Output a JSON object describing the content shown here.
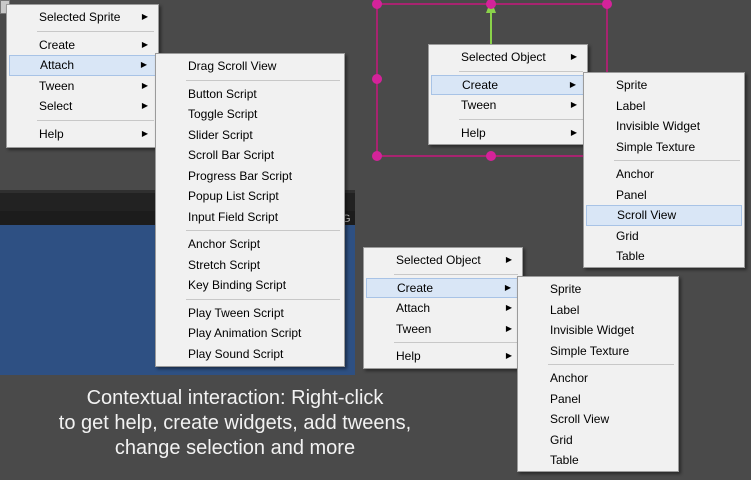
{
  "menu_a": {
    "top": [
      {
        "label": "Selected Sprite",
        "arrow": "▶"
      }
    ],
    "mid": [
      {
        "label": "Create",
        "arrow": "▶"
      },
      {
        "label": "Attach",
        "arrow": "▶",
        "selected": true
      },
      {
        "label": "Tween",
        "arrow": "▶"
      },
      {
        "label": "Select",
        "arrow": "▶"
      }
    ],
    "bottom": [
      {
        "label": "Help",
        "arrow": "▶"
      }
    ]
  },
  "menu_attach": {
    "g1": [
      "Drag Scroll View"
    ],
    "g2": [
      "Button Script",
      "Toggle Script",
      "Slider Script",
      "Scroll Bar Script",
      "Progress Bar Script",
      "Popup List Script",
      "Input Field Script"
    ],
    "g3": [
      "Anchor Script",
      "Stretch Script",
      "Key Binding Script"
    ],
    "g4": [
      "Play Tween Script",
      "Play Animation Script",
      "Play Sound Script"
    ]
  },
  "menu_b": {
    "top": [
      {
        "label": "Selected Object",
        "arrow": "▶"
      }
    ],
    "mid": [
      {
        "label": "Create",
        "arrow": "▶",
        "selected": true
      },
      {
        "label": "Tween",
        "arrow": "▶"
      }
    ],
    "bottom": [
      {
        "label": "Help",
        "arrow": "▶"
      }
    ]
  },
  "menu_create_b": {
    "g1": [
      "Sprite",
      "Label",
      "Invisible Widget",
      "Simple Texture"
    ],
    "g2": [
      "Anchor",
      "Panel",
      "Scroll View",
      "Grid",
      "Table"
    ],
    "selected": "Scroll View"
  },
  "menu_c": {
    "top": [
      {
        "label": "Selected Object",
        "arrow": "▶"
      }
    ],
    "mid": [
      {
        "label": "Create",
        "arrow": "▶",
        "selected": true
      },
      {
        "label": "Attach",
        "arrow": "▶"
      },
      {
        "label": "Tween",
        "arrow": "▶"
      }
    ],
    "bottom": [
      {
        "label": "Help",
        "arrow": "▶"
      }
    ]
  },
  "menu_create_c": {
    "g1": [
      "Sprite",
      "Label",
      "Invisible Widget",
      "Simple Texture"
    ],
    "g2": [
      "Anchor",
      "Panel",
      "Scroll View",
      "Grid",
      "Table"
    ]
  },
  "caption": {
    "line1": "Contextual interaction: Right-click",
    "line2": "to get help, create widgets, add tweens,",
    "line3": "change selection and more"
  },
  "background_cut_text": "G",
  "colors": {
    "widget_frame": "#c8187d",
    "handle": "#d4239a",
    "gizmo": "#8ad24a",
    "selection": "#d9e6f6"
  }
}
